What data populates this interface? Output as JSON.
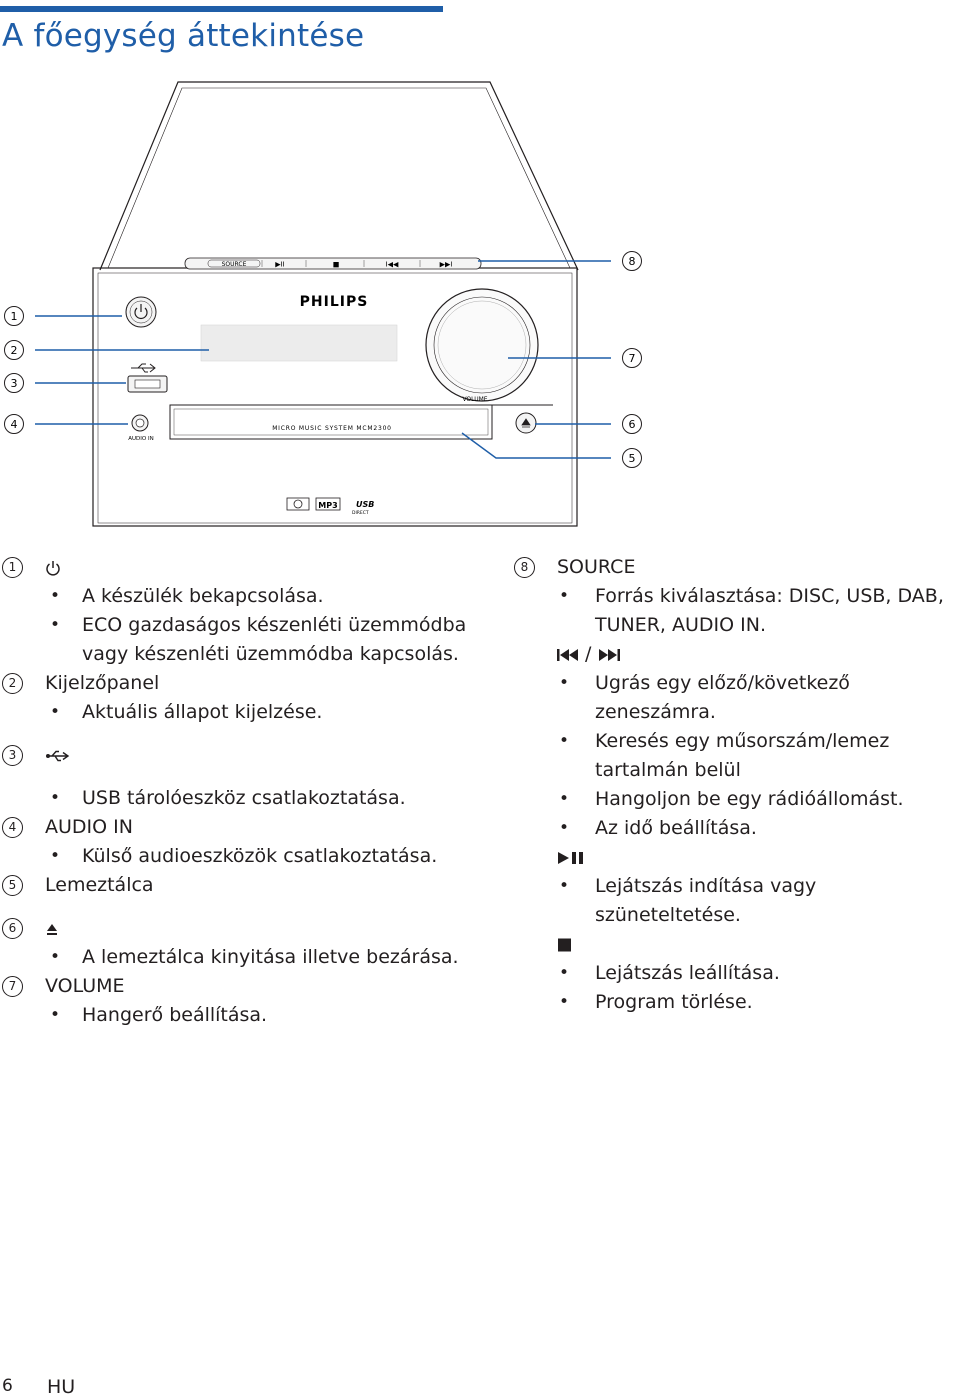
{
  "page": {
    "title": "A főegység áttekintése",
    "page_number": "6",
    "language": "HU"
  },
  "figure": {
    "brand": "PHILIPS",
    "model_text": "MICRO MUSIC SYSTEM MCM2300",
    "volume_label": "VOLUME",
    "audio_in_label": "AUDIO IN",
    "source_button": "SOURCE",
    "play_pause_symbol": "▶II",
    "stop_symbol": "■",
    "prev_symbol": "I◀◀",
    "next_symbol": "▶▶I",
    "badge_mp3": "MP3",
    "badge_usb": "USB",
    "badge_direct": "DIRECT",
    "callouts": [
      "1",
      "2",
      "3",
      "4",
      "5",
      "6",
      "7",
      "8"
    ]
  },
  "sections_left": [
    {
      "num": "1",
      "heading": "",
      "icon": "power-icon",
      "items": [
        "A készülék bekapcsolása.",
        "ECO gazdaságos készenléti üzemmódba vagy készenléti üzemmódba kapcsolás."
      ]
    },
    {
      "num": "2",
      "heading": "Kijelzőpanel",
      "items": [
        "Aktuális állapot kijelzése."
      ]
    },
    {
      "num": "3",
      "heading": "",
      "icon": "usb-icon",
      "items": [
        "USB tárolóeszköz csatlakoztatása."
      ]
    },
    {
      "num": "4",
      "heading": "AUDIO IN",
      "items": [
        "Külső audioeszközök csatlakoztatása."
      ]
    },
    {
      "num": "5",
      "heading": "Lemeztálca",
      "items": []
    },
    {
      "num": "6",
      "heading": "",
      "icon": "eject-icon",
      "items": [
        "A lemeztálca kinyitása illetve bezárása."
      ]
    },
    {
      "num": "7",
      "heading": "VOLUME",
      "items": [
        "Hangerő beállítása."
      ]
    }
  ],
  "section_right": {
    "num": "8",
    "heading": "SOURCE",
    "items_source": [
      "Forrás kiválasztása: DISC, USB, DAB, TUNER, AUDIO IN."
    ],
    "skip_separator": " / ",
    "items_skip": [
      "Ugrás egy előző/következő zeneszámra.",
      "Keresés egy műsorszám/lemez tartalmán belül",
      "Hangoljon be egy rádióállomást.",
      "Az idő beállítása."
    ],
    "items_play": [
      "Lejátszás indítása vagy szüneteltetése."
    ],
    "items_stop": [
      "Lejátszás leállítása.",
      "Program törlése."
    ]
  },
  "colors": {
    "accent": "#1f5ea8",
    "text": "#231f20"
  }
}
